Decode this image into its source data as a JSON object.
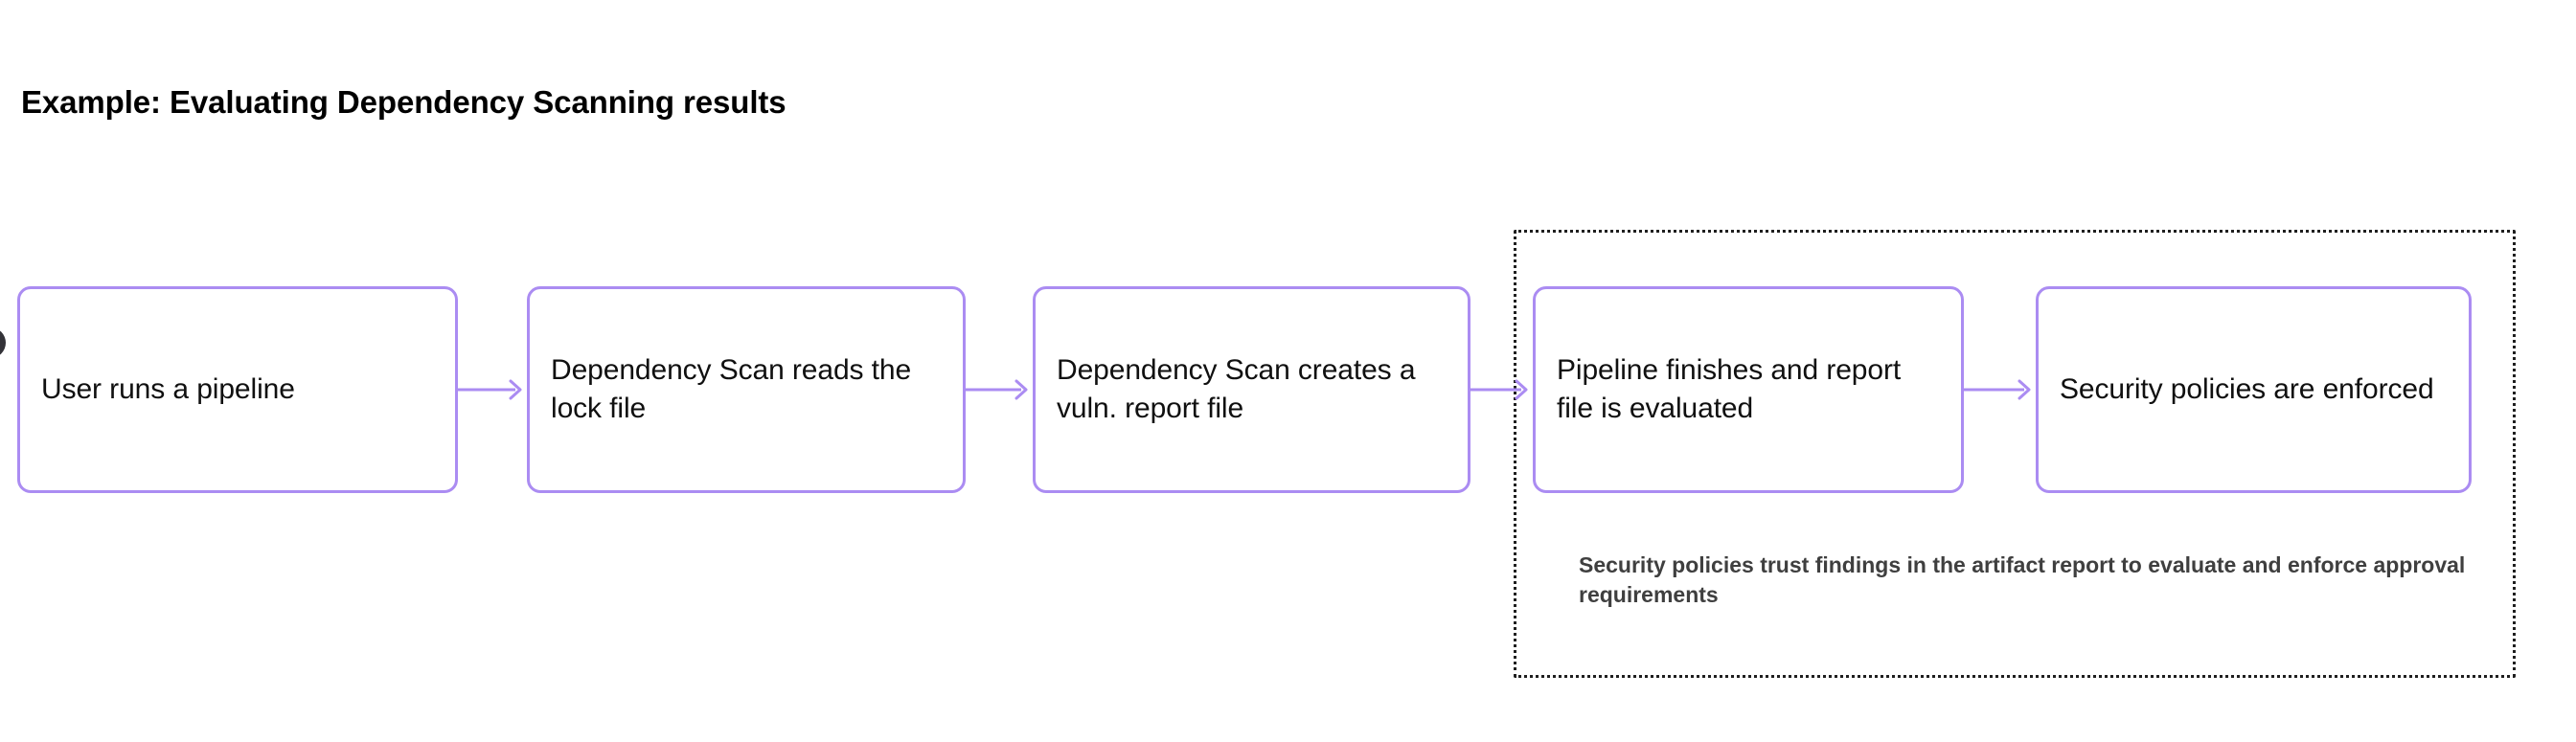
{
  "title": "Example: Evaluating Dependency Scanning results",
  "colors": {
    "node_border": "#ab8cf2",
    "arrow": "#ab8cf2",
    "group_border": "#1f1f1f",
    "caption_text": "#3f3f3f",
    "node_text": "#101010",
    "title_text": "#000000",
    "background": "#ffffff"
  },
  "diagram": {
    "type": "flowchart",
    "direction": "left-to-right",
    "nodes": [
      {
        "id": "n0",
        "label": "User runs a pipeline"
      },
      {
        "id": "n1",
        "label": "Dependency Scan reads the lock file"
      },
      {
        "id": "n2",
        "label": "Dependency Scan creates a vuln. report file"
      },
      {
        "id": "n3",
        "label": "Pipeline finishes and report file is evaluated"
      },
      {
        "id": "n4",
        "label": "Security policies are enforced"
      }
    ],
    "edges": [
      {
        "from": "n0",
        "to": "n1",
        "style": "arrow"
      },
      {
        "from": "n1",
        "to": "n2",
        "style": "arrow"
      },
      {
        "from": "n2",
        "to": "n3",
        "style": "arrow"
      },
      {
        "from": "n3",
        "to": "n4",
        "style": "arrow"
      }
    ],
    "groups": [
      {
        "id": "g0",
        "border_style": "dotted",
        "members": [
          "n3",
          "n4"
        ],
        "caption": "Security policies trust findings in the artifact report to evaluate and enforce approval requirements"
      }
    ]
  }
}
